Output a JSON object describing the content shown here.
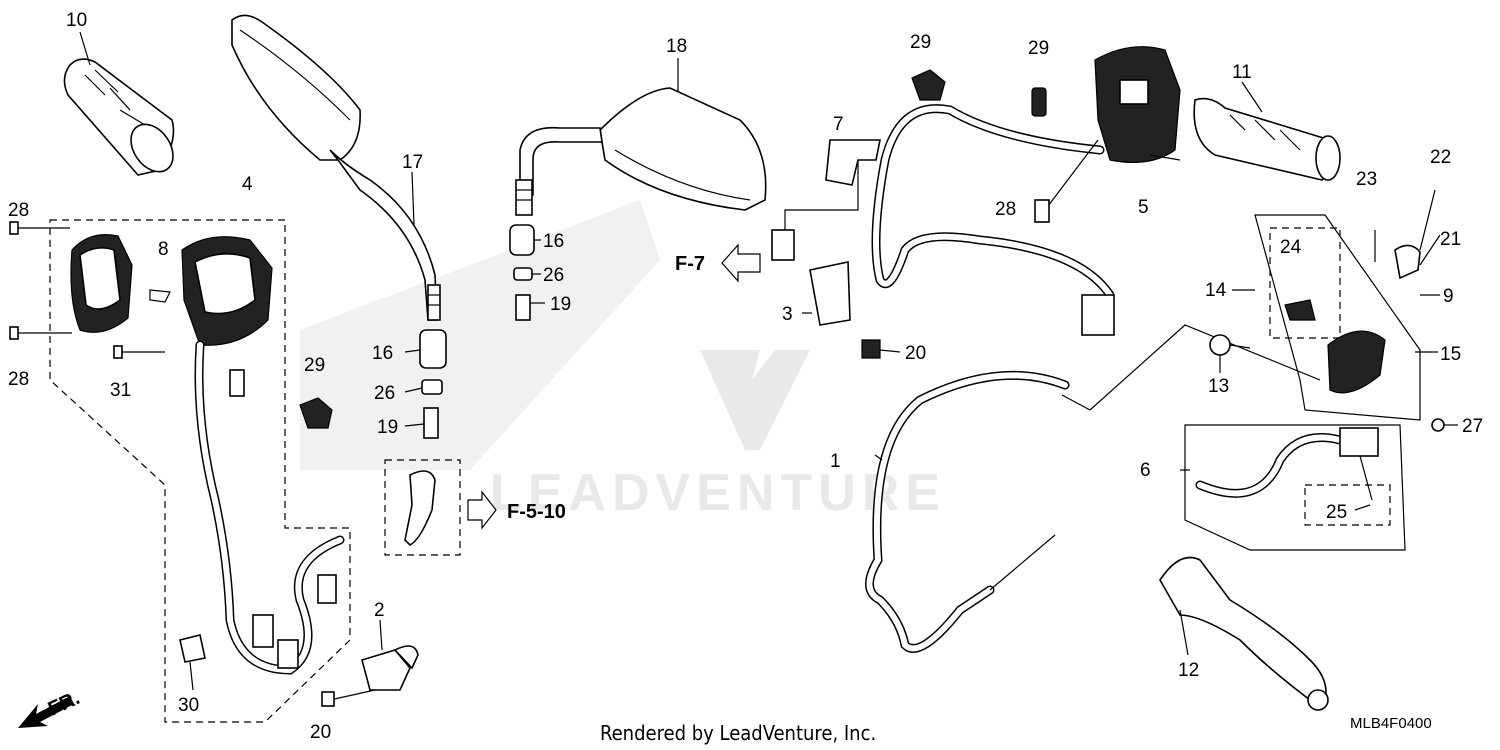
{
  "diagram": {
    "credit": "Rendered by LeadVenture, Inc.",
    "code": "MLB4F0400",
    "front_label": "FR.",
    "refs": {
      "f7": "F-7",
      "f510": "F-5-10"
    },
    "watermark": "LEADVENTURE",
    "labels": {
      "l1": "1",
      "l2": "2",
      "l3": "3",
      "l4": "4",
      "l5": "5",
      "l6": "6",
      "l7": "7",
      "l8": "8",
      "l9": "9",
      "l10": "10",
      "l11": "11",
      "l12": "12",
      "l13": "13",
      "l14": "14",
      "l15": "15",
      "l16a": "16",
      "l16b": "16",
      "l17": "17",
      "l18": "18",
      "l19a": "19",
      "l19b": "19",
      "l20a": "20",
      "l20b": "20",
      "l21": "21",
      "l22": "22",
      "l23": "23",
      "l24": "24",
      "l25": "25",
      "l26a": "26",
      "l26b": "26",
      "l27": "27",
      "l28a": "28",
      "l28b": "28",
      "l28c": "28",
      "l29a": "29",
      "l29b": "29",
      "l29c": "29",
      "l30": "30",
      "l31": "31"
    }
  }
}
